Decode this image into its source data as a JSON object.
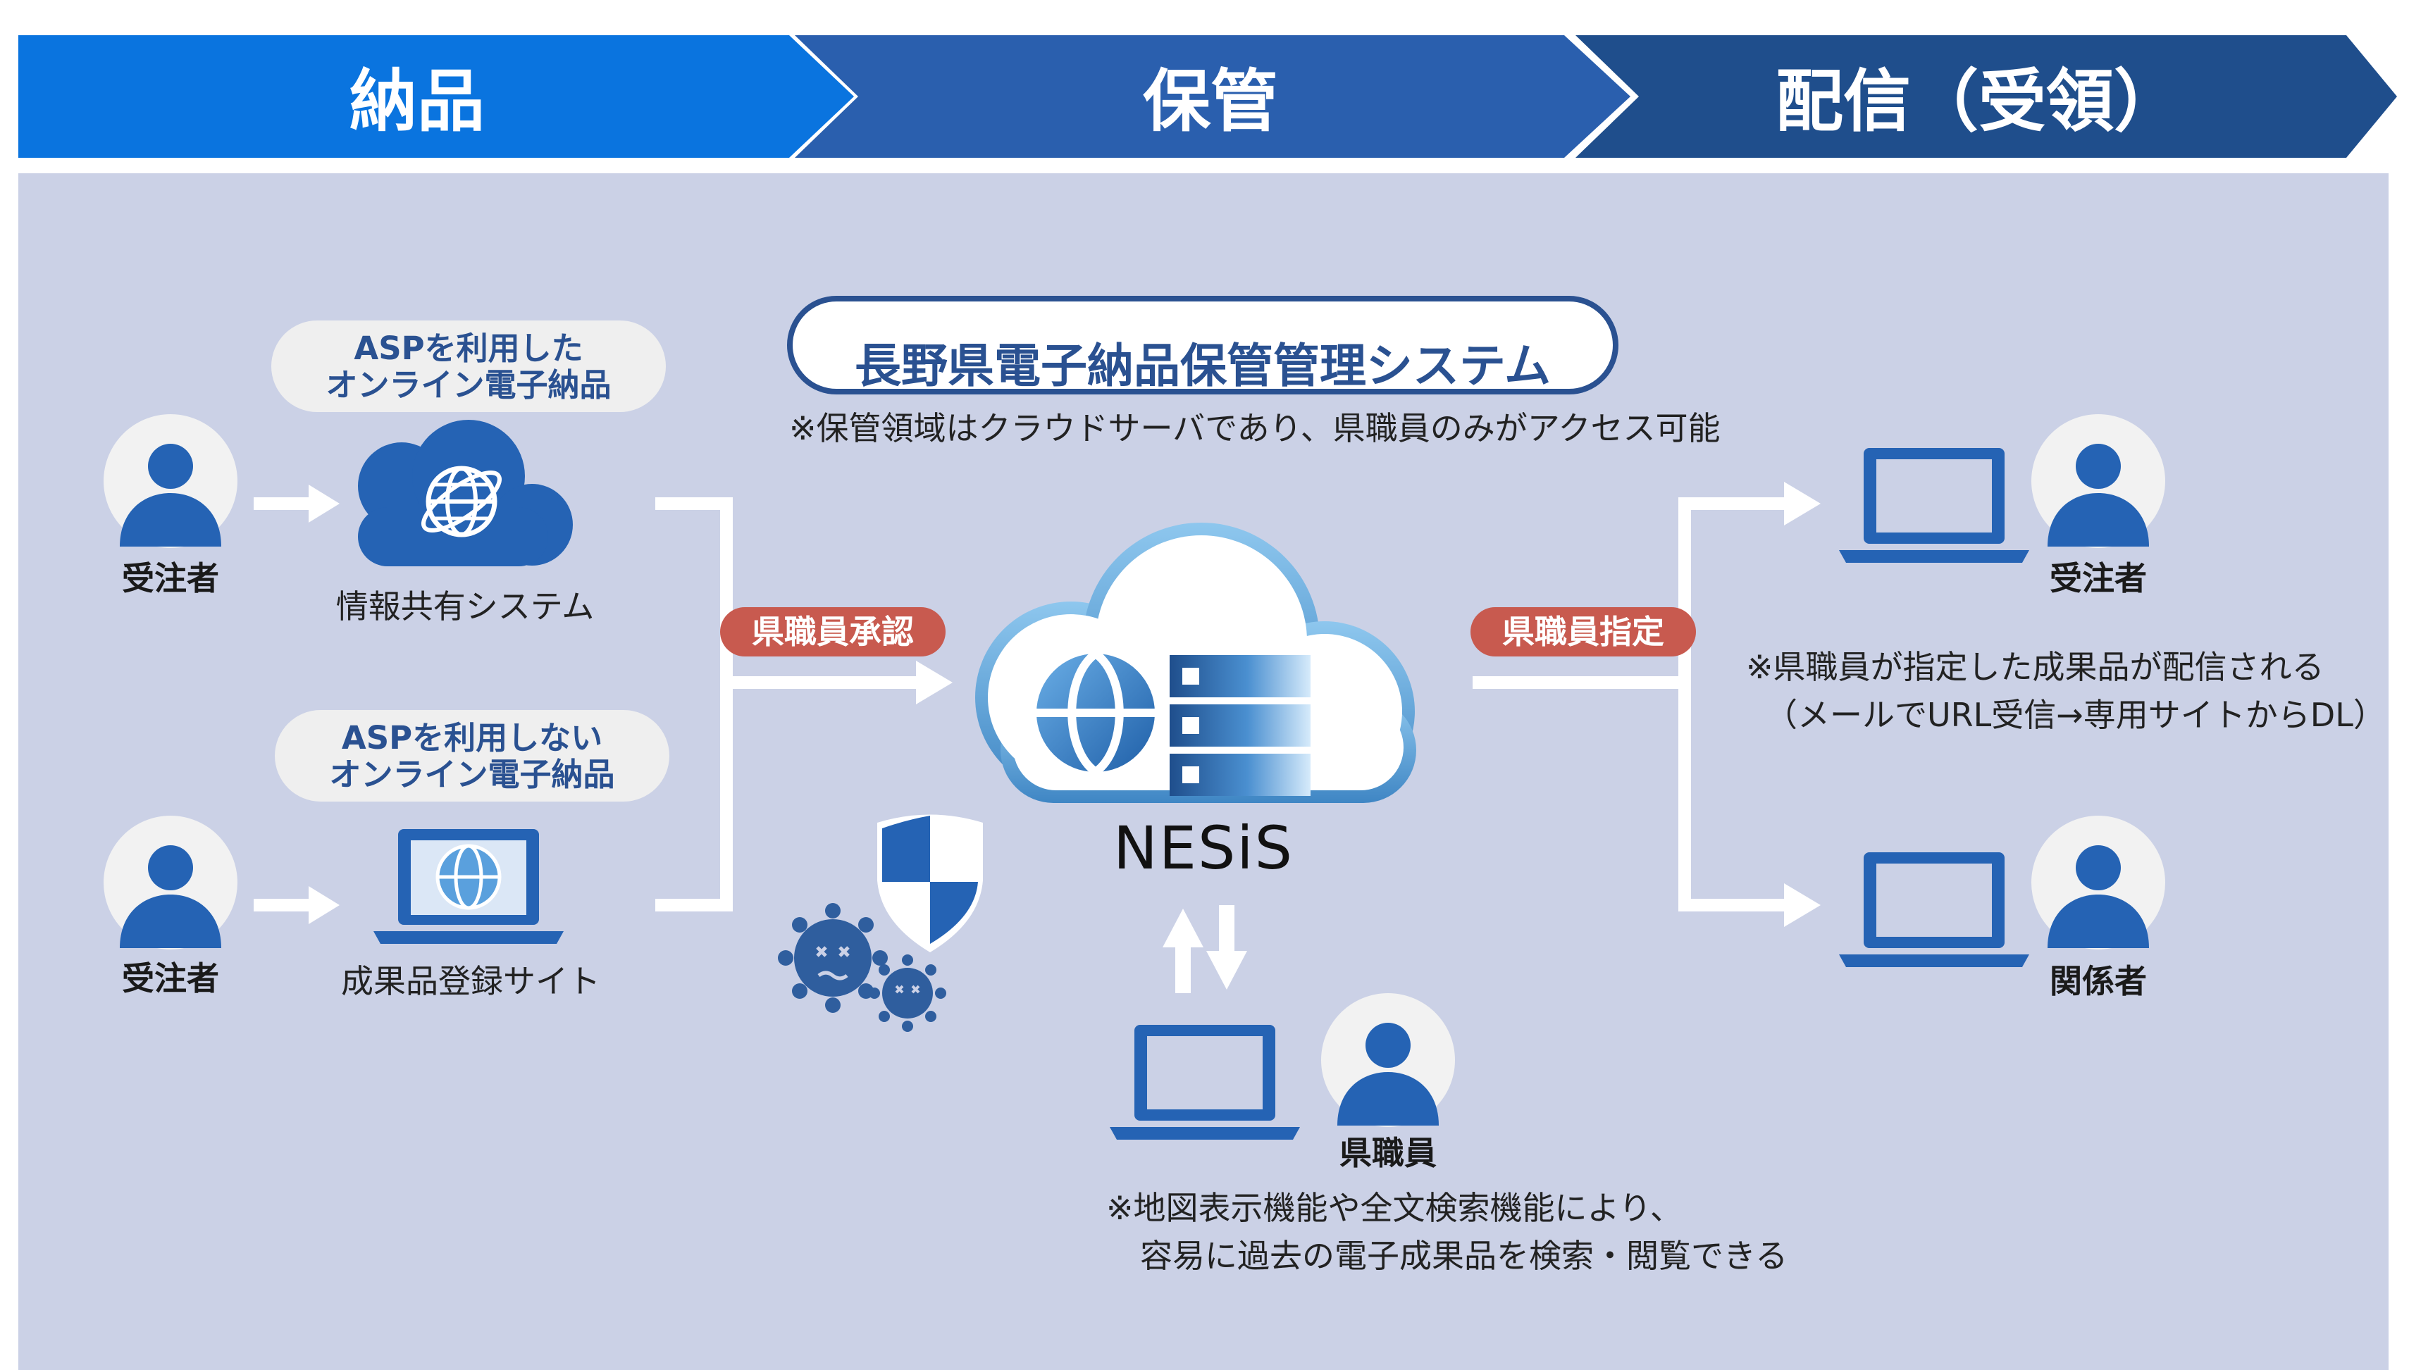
{
  "header": {
    "stage_1": "納品",
    "stage_2": "保管",
    "stage_3": "配信（受領）"
  },
  "system": {
    "title": "長野県電子納品保管管理システム",
    "note": "※保管領域はクラウドサーバであり、県職員のみがアクセス可能",
    "logo_text": "NESiS"
  },
  "left": {
    "pill_1": [
      "ASPを利用した",
      "オンライン電子納品"
    ],
    "pill_2": [
      "ASPを利用しない",
      "オンライン電子納品"
    ],
    "user_1": "受注者",
    "user_2": "受注者",
    "service_1": "情報共有システム",
    "service_2": "成果品登録サイト"
  },
  "badges": {
    "approval": "県職員承認",
    "designation": "県職員指定"
  },
  "right": {
    "user_1": "受注者",
    "user_2": "関係者",
    "note": [
      "※県職員が指定した成果品が配信される",
      "（メールでURL受信→専用サイトからDL）"
    ]
  },
  "bottom": {
    "user": "県職員",
    "note": [
      "※地図表示機能や全文検索機能により、",
      "容易に過去の電子成果品を検索・閲覧できる"
    ]
  },
  "colors": {
    "stage_1": "#0a74df",
    "stage_2": "#2a5fae",
    "stage_3": "#1f4e8c",
    "panel": "#cbd1e6",
    "icon_blue": "#2563b4",
    "badge_red": "#c85a4f",
    "text_navy": "#2a5191"
  }
}
